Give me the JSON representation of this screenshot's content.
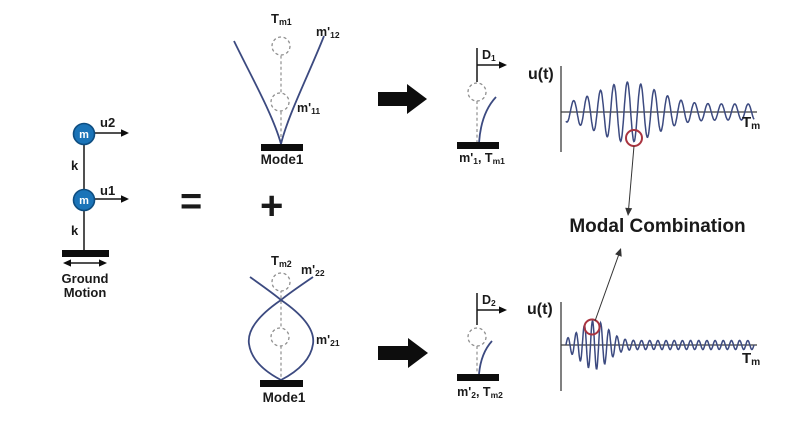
{
  "model": {
    "mass": "m",
    "dof_top": "u2",
    "dof_bottom": "u1",
    "stiffness_top": "k",
    "stiffness_bottom": "k",
    "caption_line1": "Ground",
    "caption_line2": "Motion"
  },
  "operators": {
    "equals": "=",
    "plus": "+"
  },
  "mode1": {
    "period": {
      "main": "T",
      "sub": "m1"
    },
    "mass_top": {
      "main": "m'",
      "sub": "12"
    },
    "mass_bottom": {
      "main": "m'",
      "sub": "11"
    },
    "caption": "Mode1"
  },
  "mode2": {
    "period": {
      "main": "T",
      "sub": "m2"
    },
    "mass_top": {
      "main": "m'",
      "sub": "22"
    },
    "mass_bottom": {
      "main": "m'",
      "sub": "21"
    },
    "caption": "Mode1"
  },
  "sdof1": {
    "displacement": {
      "main": "D",
      "sub": "1"
    },
    "caption": {
      "p1": "m'",
      "s1": "1",
      "p2": ", T",
      "s2": "m1"
    }
  },
  "sdof2": {
    "displacement": {
      "main": "D",
      "sub": "2"
    },
    "caption": {
      "p1": "m'",
      "s1": "2",
      "p2": ", T",
      "s2": "m2"
    }
  },
  "annotation": {
    "label": "Modal Combination"
  },
  "colors": {
    "mass_fill": "#1b74b8",
    "mass_stroke": "#0e4d80",
    "curve": "#3c4a80",
    "marker": "#a93440",
    "ink": "#1a1a1a"
  },
  "chart_data": [
    {
      "type": "line",
      "title": "Mode 1 modal response history",
      "ylabel": "u(t)",
      "xlabel": {
        "main": "T",
        "sub": "m"
      },
      "x_range": [
        0,
        1
      ],
      "grid": false,
      "legend": "none",
      "waveform": {
        "cycles": 14,
        "phase": -2.0,
        "envelope_base": 8,
        "envelope_peak_add": 22,
        "peak_position": 0.33,
        "peak_sigma": 0.15
      },
      "marker": {
        "shape": "circle",
        "note": "peak response circled",
        "position": 0.362
      }
    },
    {
      "type": "line",
      "title": "Mode 2 modal response history",
      "ylabel": "u(t)",
      "xlabel": {
        "main": "T",
        "sub": "m"
      },
      "x_range": [
        0,
        1
      ],
      "grid": false,
      "legend": "none",
      "waveform": {
        "cycles": 23,
        "phase": 0.05,
        "envelope_base": 4.5,
        "envelope_peak_add": 20,
        "peak_position": 0.15,
        "peak_sigma": 0.07
      },
      "marker": {
        "shape": "circle",
        "note": "peak response circled",
        "position": 0.141
      }
    }
  ]
}
